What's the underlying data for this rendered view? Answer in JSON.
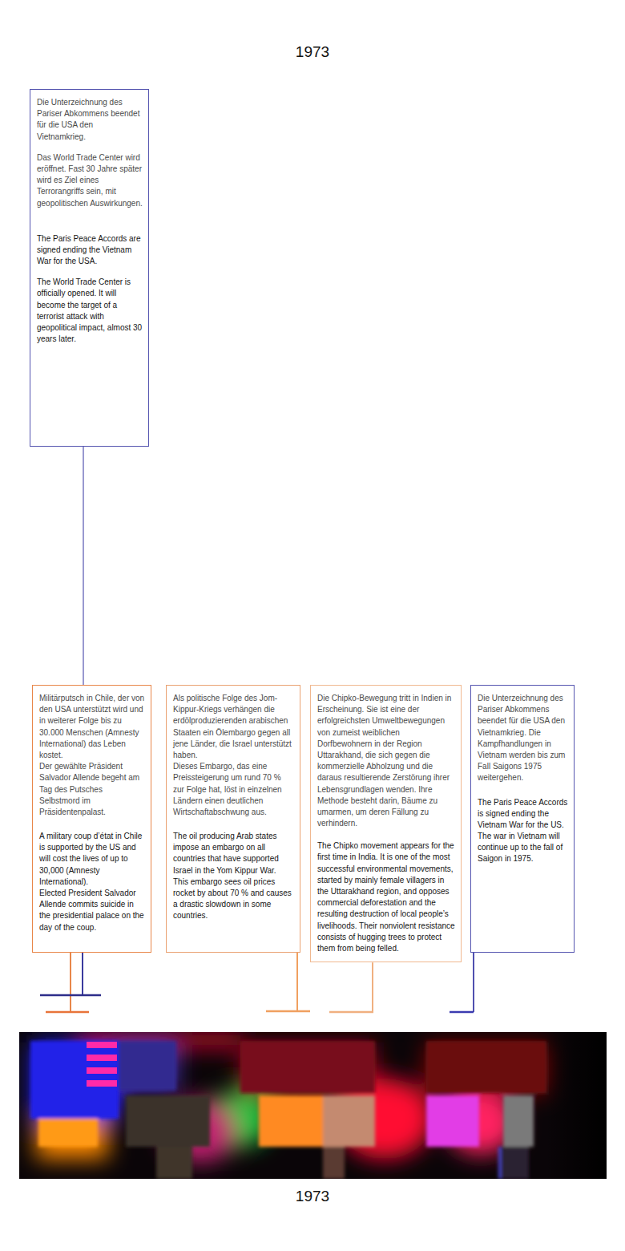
{
  "diagram": {
    "title": "1973",
    "caption": "1973",
    "nodes": [
      {
        "text": [
          "Die Unterzeichnung des Pariser Abkommens beendet für die USA den Vietnamkrieg.",
          "Das World Trade Center wird eröffnet. Fast 30 Jahre später wird es Ziel eines Terrorangriffs sein, mit geopolitischen Auswirkungen.",
          "The Paris Peace Accords are signed ending the Vietnam War for the USA.",
          "The World Trade Center is officially opened. It will become the target of a terrorist attack with geopolitical impact, almost 30 years later."
        ]
      },
      {
        "text": [
          "Militärputsch in Chile, der von den USA unterstützt wird und in weiterer Folge bis zu 30.000 Menschen (Amnesty International) das Leben kostet.",
          "Der gewählte Präsident Salvador Allende begeht am Tag des Putsches Selbstmord im Präsidentenpalast.",
          "A military coup d’état in Chile is supported by the US and will cost the lives of up to 30,000 (Amnesty International).",
          "Elected President Salvador Allende commits suicide in the presidential palace on the day of the coup."
        ]
      },
      {
        "text": [
          "Als politische Folge des Jom-Kippur-Kriegs verhängen die erdölproduzierenden arabischen Staaten ein Ölembargo gegen all jene Länder, die Israel unterstützt haben.",
          "Dieses Embargo, das eine Preissteigerung um rund 70 % zur Folge hat, löst in einzelnen Ländern einen deutlichen Wirtschaftabschwung aus.",
          "The oil producing Arab states impose an embargo on all countries that have supported Israel in the Yom Kippur War.",
          "This embargo sees oil prices rocket by about 70 % and causes a drastic slowdown in some countries."
        ]
      },
      {
        "text": [
          "Die Chipko-Bewegung tritt in Indien in Erscheinung. Sie ist eine der erfolgreichsten Umweltbewegungen von zumeist weiblichen Dorfbewohnern in der Region Uttarakhand, die sich gegen die kommerzielle Abholzung und die daraus resultierende Zerstörung ihrer Lebensgrundlagen wenden. Ihre Methode besteht darin, Bäume zu umarmen, um deren Fällung zu verhindern.",
          "The Chipko movement appears for the first time in India. It is one of the most successful environmental movements, started by mainly female villagers in the Uttarakhand region, and opposes commercial deforestation and the resulting destruction of local people’s livelihoods. Their nonviolent resistance consists of hugging trees to protect them from being felled."
        ]
      },
      {
        "text": [
          "Die Unterzeichnung des Pariser Abkommens beendet für die USA den Vietnamkrieg. Die Kampfhandlungen in Vietnam werden bis zum Fall Saigons 1975 weitergehen.",
          "The Paris Peace Accords is signed ending the Vietnam War for the US. The war in Vietnam will continue up to the fall of Saigon in 1975."
        ]
      }
    ],
    "edges": [
      {
        "from": 0,
        "to": 1,
        "arrow": "none"
      }
    ]
  }
}
